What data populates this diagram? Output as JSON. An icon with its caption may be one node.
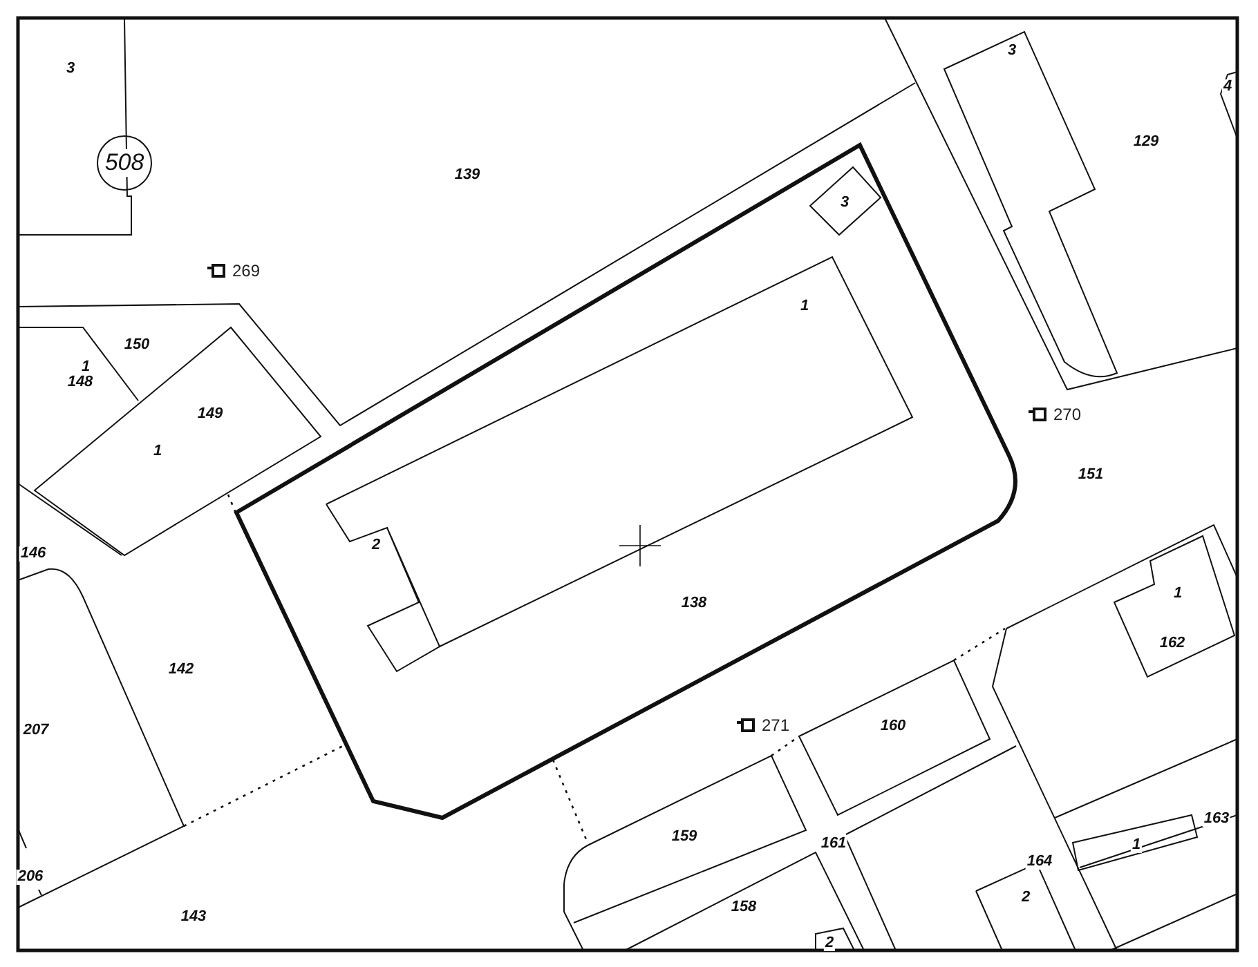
{
  "diagram": {
    "nodes": [
      {
        "text": [
          "508"
        ]
      }
    ],
    "labels": [
      "3",
      "139",
      "3",
      "3",
      "4",
      "129",
      "269",
      "150",
      "1",
      "1",
      "148",
      "149",
      "1",
      "270",
      "151",
      "2",
      "146",
      "138",
      "1",
      "162",
      "142",
      "271",
      "160",
      "207",
      "163",
      "1",
      "159",
      "161",
      "164",
      "206",
      "158",
      "2",
      "2",
      "143"
    ]
  }
}
